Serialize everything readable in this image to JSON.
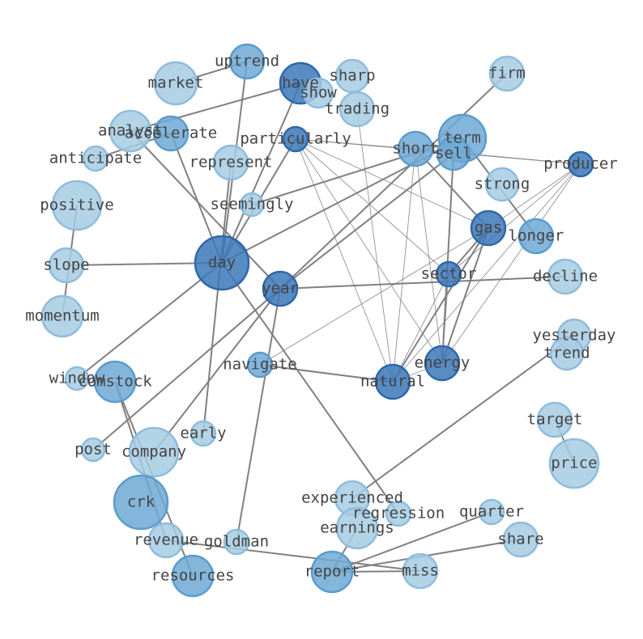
{
  "colors": {
    "background": "#ffffff",
    "edge": "#808080",
    "label": "#444444",
    "node_light": "#a6cbe3",
    "node_mid": "#6fa9d5",
    "node_dark": "#3c78b8"
  },
  "nodes": [
    {
      "id": "uptrend",
      "label": "uptrend",
      "tone": "mid"
    },
    {
      "id": "market",
      "label": "market",
      "tone": "light"
    },
    {
      "id": "have",
      "label": "have",
      "tone": "dark"
    },
    {
      "id": "show",
      "label": "show",
      "tone": "light"
    },
    {
      "id": "sharp",
      "label": "sharp",
      "tone": "light"
    },
    {
      "id": "trading",
      "label": "trading",
      "tone": "light"
    },
    {
      "id": "firm",
      "label": "firm",
      "tone": "light"
    },
    {
      "id": "analyst",
      "label": "analyst",
      "tone": "light"
    },
    {
      "id": "accelerate",
      "label": "accelerate",
      "tone": "mid"
    },
    {
      "id": "particularly",
      "label": "particularly",
      "tone": "dark"
    },
    {
      "id": "term",
      "label": "term",
      "tone": "mid"
    },
    {
      "id": "short",
      "label": "short",
      "tone": "mid"
    },
    {
      "id": "sell",
      "label": "sell",
      "tone": "mid"
    },
    {
      "id": "anticipate",
      "label": "anticipate",
      "tone": "light"
    },
    {
      "id": "represent",
      "label": "represent",
      "tone": "light"
    },
    {
      "id": "producer",
      "label": "producer",
      "tone": "dark"
    },
    {
      "id": "strong",
      "label": "strong",
      "tone": "light"
    },
    {
      "id": "positive",
      "label": "positive",
      "tone": "light"
    },
    {
      "id": "seemingly",
      "label": "seemingly",
      "tone": "light"
    },
    {
      "id": "gas",
      "label": "gas",
      "tone": "dark"
    },
    {
      "id": "longer",
      "label": "longer",
      "tone": "mid"
    },
    {
      "id": "slope",
      "label": "slope",
      "tone": "light"
    },
    {
      "id": "day",
      "label": "day",
      "tone": "dark"
    },
    {
      "id": "sector",
      "label": "sector",
      "tone": "dark"
    },
    {
      "id": "decline",
      "label": "decline",
      "tone": "light"
    },
    {
      "id": "year",
      "label": "year",
      "tone": "dark"
    },
    {
      "id": "momentum",
      "label": "momentum",
      "tone": "light"
    },
    {
      "id": "yesterday",
      "label": "yesterday",
      "tone": "light"
    },
    {
      "id": "trend",
      "label": "trend",
      "tone": "light"
    },
    {
      "id": "navigate",
      "label": "navigate",
      "tone": "mid"
    },
    {
      "id": "energy",
      "label": "energy",
      "tone": "dark"
    },
    {
      "id": "window",
      "label": "window",
      "tone": "light"
    },
    {
      "id": "comstock",
      "label": "comstock",
      "tone": "mid"
    },
    {
      "id": "natural",
      "label": "natural",
      "tone": "dark"
    },
    {
      "id": "early",
      "label": "early",
      "tone": "light"
    },
    {
      "id": "target",
      "label": "target",
      "tone": "light"
    },
    {
      "id": "post",
      "label": "post",
      "tone": "light"
    },
    {
      "id": "company",
      "label": "company",
      "tone": "light"
    },
    {
      "id": "price",
      "label": "price",
      "tone": "light"
    },
    {
      "id": "crk",
      "label": "crk",
      "tone": "mid"
    },
    {
      "id": "experienced",
      "label": "experienced",
      "tone": "light"
    },
    {
      "id": "regression",
      "label": "regression",
      "tone": "light"
    },
    {
      "id": "quarter",
      "label": "quarter",
      "tone": "light"
    },
    {
      "id": "earnings",
      "label": "earnings",
      "tone": "light"
    },
    {
      "id": "revenue",
      "label": "revenue",
      "tone": "light"
    },
    {
      "id": "goldman",
      "label": "goldman",
      "tone": "light"
    },
    {
      "id": "share",
      "label": "share",
      "tone": "light"
    },
    {
      "id": "report",
      "label": "report",
      "tone": "mid"
    },
    {
      "id": "miss",
      "label": "miss",
      "tone": "light"
    },
    {
      "id": "resources",
      "label": "resources",
      "tone": "mid"
    }
  ],
  "edges": [
    [
      "market",
      "uptrend"
    ],
    [
      "have",
      "day"
    ],
    [
      "uptrend",
      "day"
    ],
    [
      "analyst",
      "have"
    ],
    [
      "firm",
      "year"
    ],
    [
      "analyst",
      "year"
    ],
    [
      "accelerate",
      "day"
    ],
    [
      "particularly",
      "day"
    ],
    [
      "term",
      "day"
    ],
    [
      "term",
      "seemingly"
    ],
    [
      "term",
      "longer"
    ],
    [
      "sell",
      "energy"
    ],
    [
      "anticipate",
      "accelerate"
    ],
    [
      "represent",
      "early"
    ],
    [
      "positive",
      "momentum"
    ],
    [
      "slope",
      "day"
    ],
    [
      "day",
      "window"
    ],
    [
      "day",
      "regression"
    ],
    [
      "year",
      "decline"
    ],
    [
      "year",
      "goldman"
    ],
    [
      "year",
      "post"
    ],
    [
      "year",
      "company"
    ],
    [
      "year",
      "sell"
    ],
    [
      "navigate",
      "natural"
    ],
    [
      "comstock",
      "resources"
    ],
    [
      "comstock",
      "revenue"
    ],
    [
      "yesterday",
      "experienced"
    ],
    [
      "target",
      "price"
    ],
    [
      "quarter",
      "report"
    ],
    [
      "earnings",
      "report"
    ],
    [
      "share",
      "report"
    ],
    [
      "report",
      "miss"
    ],
    [
      "revenue",
      "miss"
    ],
    [
      "short",
      "gas"
    ],
    [
      "gas",
      "natural"
    ],
    [
      "gas",
      "energy"
    ],
    [
      "gas",
      "sector"
    ]
  ],
  "thin_edges": [
    [
      "particularly",
      "producer"
    ],
    [
      "particularly",
      "natural"
    ],
    [
      "particularly",
      "energy"
    ],
    [
      "particularly",
      "sector"
    ],
    [
      "particularly",
      "gas"
    ],
    [
      "particularly",
      "short"
    ],
    [
      "producer",
      "natural"
    ],
    [
      "producer",
      "energy"
    ],
    [
      "producer",
      "sector"
    ],
    [
      "producer",
      "gas"
    ],
    [
      "producer",
      "short"
    ],
    [
      "short",
      "natural"
    ],
    [
      "short",
      "energy"
    ],
    [
      "sector",
      "natural"
    ],
    [
      "sector",
      "energy"
    ],
    [
      "navigate",
      "gas"
    ],
    [
      "natural",
      "energy"
    ],
    [
      "trading",
      "natural"
    ]
  ]
}
